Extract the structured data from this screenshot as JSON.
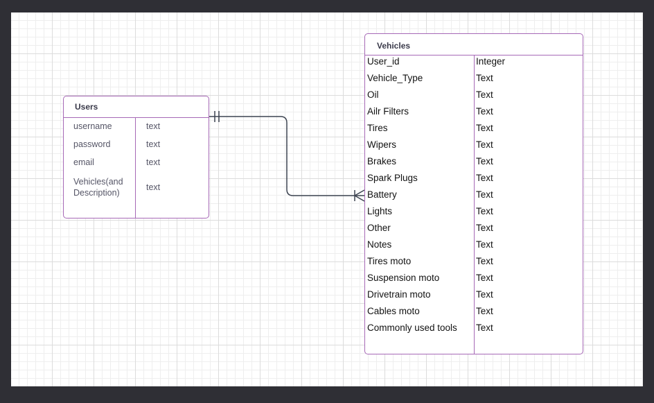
{
  "users": {
    "title": "Users",
    "fields": [
      {
        "name": "username",
        "type": "text"
      },
      {
        "name": "password",
        "type": "text"
      },
      {
        "name": "email",
        "type": "text"
      },
      {
        "name": "Vehicles(and Description)",
        "type": "text"
      }
    ]
  },
  "vehicles": {
    "title": "Vehicles",
    "fields": [
      {
        "name": "User_id",
        "type": "Integer"
      },
      {
        "name": "Vehicle_Type",
        "type": "Text"
      },
      {
        "name": "Oil",
        "type": "Text"
      },
      {
        "name": "Ailr Filters",
        "type": "Text"
      },
      {
        "name": "Tires",
        "type": "Text"
      },
      {
        "name": "Wipers",
        "type": "Text"
      },
      {
        "name": "Brakes",
        "type": "Text"
      },
      {
        "name": "Spark Plugs",
        "type": "Text"
      },
      {
        "name": "Battery",
        "type": "Text"
      },
      {
        "name": "Lights",
        "type": "Text"
      },
      {
        "name": "Other",
        "type": "Text"
      },
      {
        "name": "Notes",
        "type": "Text"
      },
      {
        "name": "Tires moto",
        "type": "Text"
      },
      {
        "name": "Suspension moto",
        "type": "Text"
      },
      {
        "name": "Drivetrain moto",
        "type": "Text"
      },
      {
        "name": "Cables moto",
        "type": "Text"
      },
      {
        "name": "Commonly used tools",
        "type": "Text"
      }
    ]
  },
  "relationship": {
    "from_cardinality": "one-and-only-one",
    "to_cardinality": "one-or-many"
  },
  "colors": {
    "entity_border": "#a668b6",
    "connector": "#3c4350",
    "frame": "#2f2f35"
  }
}
